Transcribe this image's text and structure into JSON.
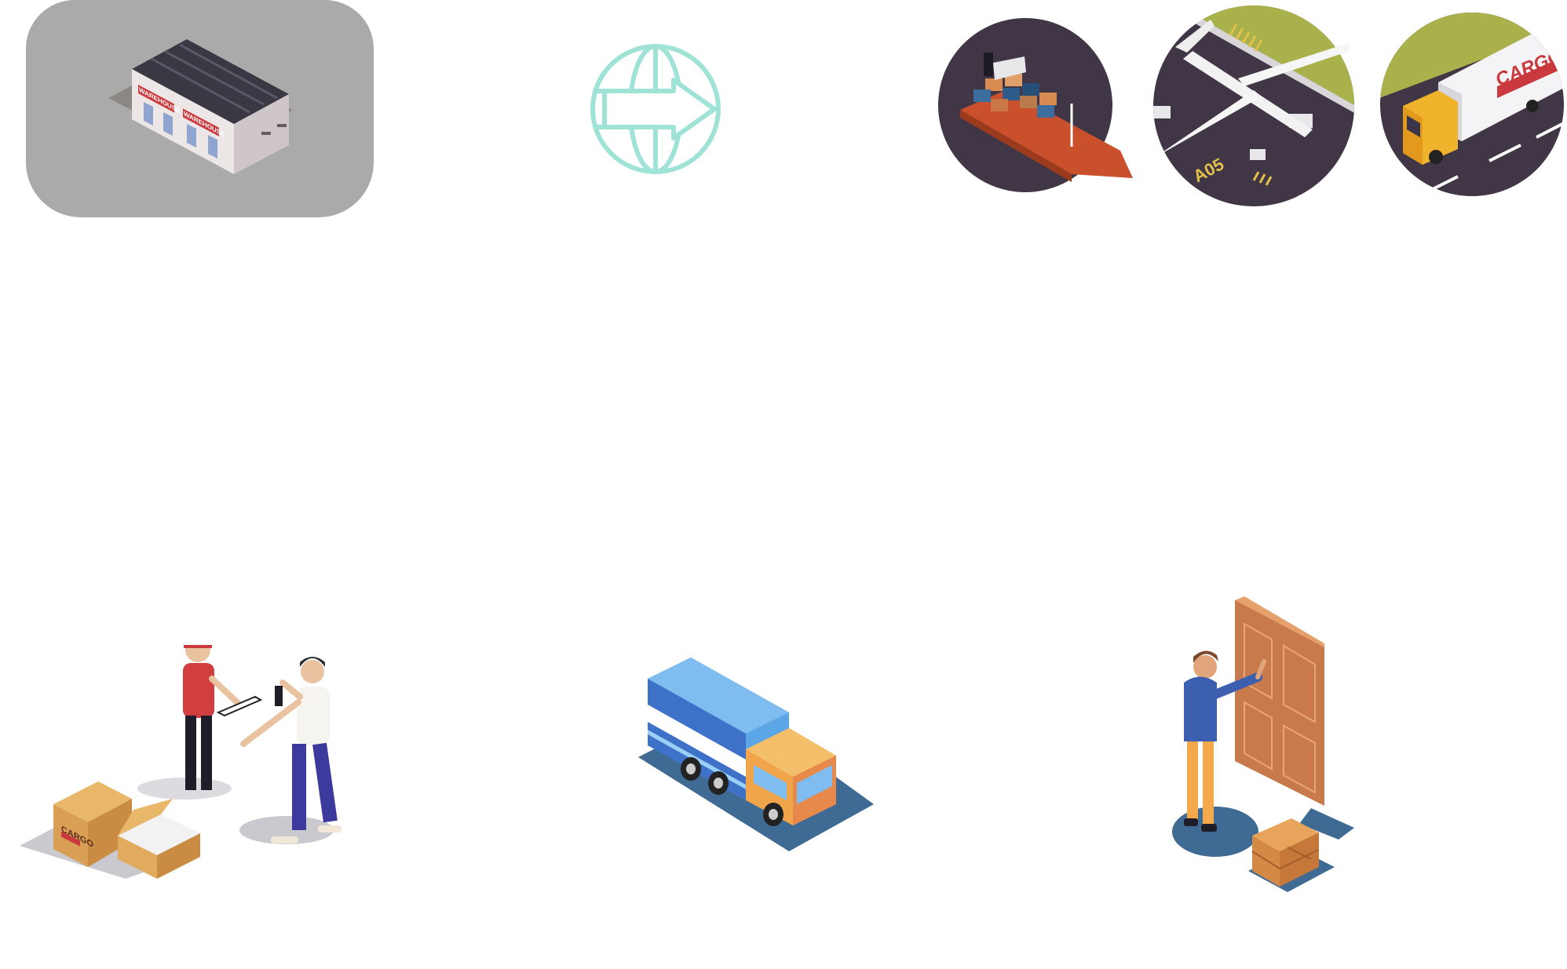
{
  "warehouse": {
    "sign_left": "WAREHOUSE",
    "sign_right": "WAREHOUSE",
    "icon": "warehouse-icon"
  },
  "globe": {
    "icon": "globe-arrow-icon",
    "color": "#9fe3d6"
  },
  "transport": {
    "ship": {
      "icon": "cargo-ship-icon"
    },
    "plane": {
      "icon": "cargo-plane-icon",
      "stand_label": "A05"
    },
    "truck": {
      "icon": "cargo-truck-icon",
      "trailer_label": "CARGO"
    }
  },
  "scenes": {
    "handover": {
      "icon": "package-handover-icon",
      "box_label": "CARGO"
    },
    "delivery_truck": {
      "icon": "delivery-truck-icon"
    },
    "door_delivery": {
      "icon": "door-delivery-icon"
    }
  },
  "colors": {
    "panel_gray": "#aaaaaa",
    "circle_dark": "#403646",
    "grass": "#a9b14a",
    "door_orange": "#c97a4d",
    "truck_blue": "#5aa6e6",
    "shadow_blue": "#3f6a93"
  }
}
